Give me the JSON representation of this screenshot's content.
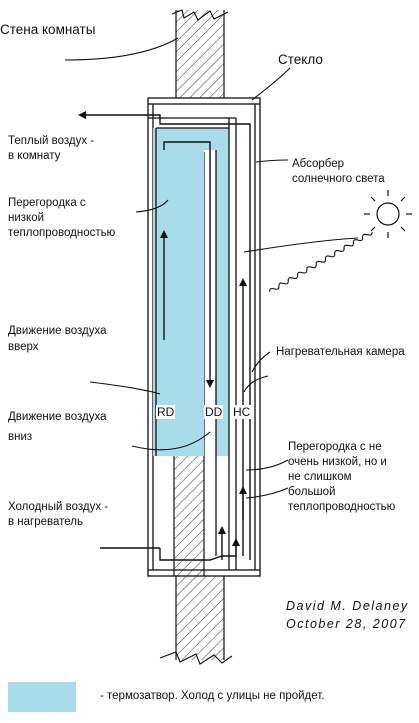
{
  "labels": {
    "room_wall": "Стена комнаты",
    "glass": "Стекло",
    "warm_air_line1": "Теплый воздух -",
    "warm_air_line2": "в комнату",
    "absorber_line1": "Абсорбер",
    "absorber_line2": "солнечного света",
    "low_cond_partition_line1": "Перегородка с",
    "low_cond_partition_line2": "низкой",
    "low_cond_partition_line3": "теплопроводностью",
    "air_up_line1": "Движение воздуха",
    "air_up_line2": "вверх",
    "heating_chamber": "Нагревательная камера",
    "air_down_line1": "Движение воздуха",
    "air_down_line2": "вниз",
    "mid_partition_line1": "Перегородка с не",
    "mid_partition_line2": "очень низкой, но и",
    "mid_partition_line3": "не слишком",
    "mid_partition_line4": "большой",
    "mid_partition_line5": "теплопроводностью",
    "cold_air_line1": "Холодный воздух -",
    "cold_air_line2": "в нагреватель",
    "tag_rd": "RD",
    "tag_dd": "DD",
    "tag_hc": "HC",
    "author": "David M. Delaney",
    "date": "October 28, 2007",
    "legend_text": "- термозатвор. Холод с улицы не пройдет."
  },
  "colors": {
    "thermal_trap": "#a8dcea",
    "line": "#111111",
    "hatch": "#444444"
  }
}
